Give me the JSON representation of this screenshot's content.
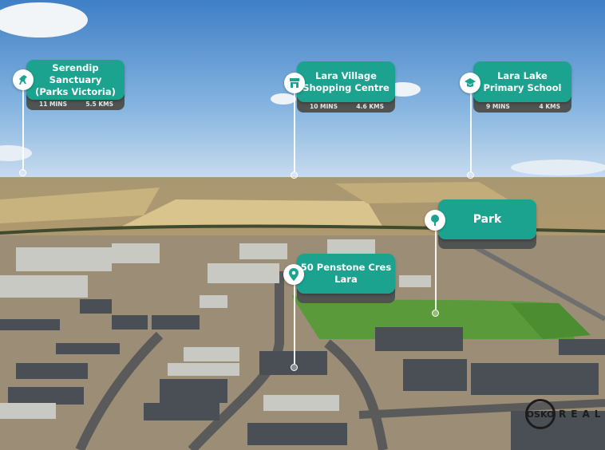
{
  "pois": [
    {
      "name": "Serendip Sanctuary\n(Parks Victoria)",
      "line1": "Serendip Sanctuary",
      "line2": "(Parks Victoria)",
      "time": "11 MINS",
      "distance": "5.5 KMS",
      "icon": "horse-icon"
    },
    {
      "line1": "Lara Village",
      "line2": "Shopping Centre",
      "time": "10 MINS",
      "distance": "4.6 KMS",
      "icon": "shop-icon"
    },
    {
      "line1": "Lara Lake",
      "line2": "Primary School",
      "time": "9 MINS",
      "distance": "4 KMS",
      "icon": "graduation-cap-icon"
    },
    {
      "line1": "Park",
      "icon": "tree-icon"
    },
    {
      "line1": "50 Penstone Cres",
      "line2": "Lara",
      "icon": "location-pin-icon"
    }
  ],
  "logo": {
    "brand": "OSKO",
    "suffix": "REAL"
  },
  "colors": {
    "accent": "#1ca390",
    "bar": "#4f5352"
  }
}
